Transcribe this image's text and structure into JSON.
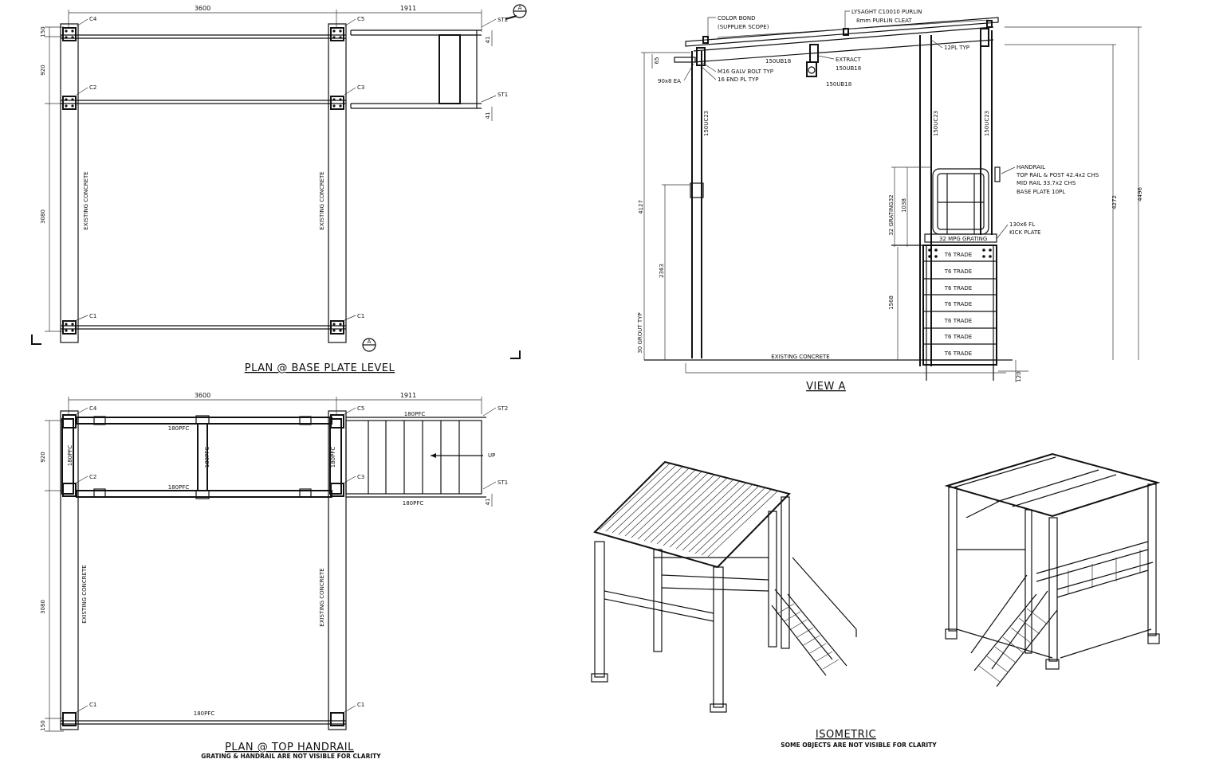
{
  "plan_base": {
    "title": "PLAN @ BASE PLATE LEVEL",
    "dim_width_main": "3600",
    "dim_width_stair": "1911",
    "dim_y_top": "150",
    "dim_y_mid": "920",
    "dim_y_long": "3080",
    "dim_stair_top": "41",
    "dim_stair_bot": "41",
    "col_c4": "C4",
    "col_c5": "C5",
    "col_c2": "C2",
    "col_c3": "C3",
    "col_c1_left": "C1",
    "col_c1_right": "C1",
    "stair_st2": "ST2",
    "stair_st1": "ST1",
    "concrete_left": "EXISTING CONCRETE",
    "concrete_right": "EXISTING CONCRETE",
    "section_marker": "A"
  },
  "plan_top": {
    "title": "PLAN @ TOP HANDRAIL",
    "subtitle": "GRATING & HANDRAIL ARE NOT VISIBLE FOR CLARITY",
    "dim_width_main": "3600",
    "dim_width_stair": "1911",
    "dim_y_mid": "920",
    "dim_y_long": "3080",
    "dim_y_bot": "150",
    "dim_stair_bot": "41",
    "col_c4": "C4",
    "col_c5": "C5",
    "col_c2": "C2",
    "col_c3": "C3",
    "col_c1_left": "C1",
    "col_c1_right": "C1",
    "stair_st2": "ST2",
    "stair_st1": "ST1",
    "pfc_top": "180PFC",
    "pfc_mid": "180PFC",
    "pfc_stair_top": "180PFC",
    "pfc_stair_bot": "180PFC",
    "pfc_vert_left": "180PFC",
    "pfc_vert_mid": "180PFC",
    "pfc_vert_right": "180PFC",
    "pfc_bottom": "180PFC",
    "up_label": "UP",
    "concrete_left": "EXISTING CONCRETE",
    "concrete_right": "EXISTING CONCRETE"
  },
  "view_a": {
    "title": "VIEW A",
    "color_bond": "COLOR BOND",
    "supplier_scope": "(SUPPLIER SCOPE)",
    "purlin": "LYSAGHT C10010 PURLIN",
    "purlin_cleat": "8mm PURLIN CLEAT",
    "plate_12": "12PL TYP",
    "extract": "EXTRACT",
    "extract_beam": "150UB18",
    "beam_top": "150UB18",
    "beam_hang": "150UB18",
    "bolt": "M16 GALV BOLT TYP",
    "end_pl": "16 END PL TYP",
    "angle": "90x8 EA",
    "dim_65": "65",
    "col_left": "150UC23",
    "col_mid": "150UC23",
    "col_right": "150UC23",
    "handrail": "HANDRAIL",
    "handrail_top": "TOP RAIL & POST 42.4x2 CHS",
    "handrail_mid": "MID RAIL 33.7x2 CHS",
    "handrail_base": "BASE PLATE 10PL",
    "kick_1": "130x6 FL",
    "kick_2": "KICK PLATE",
    "grating": "32 MPG GRATING",
    "grating_side": "32 GRATING32",
    "dim_1038": "1038",
    "dim_4127": "4127",
    "dim_2363": "2363",
    "dim_grout": "30 GROUT TYP",
    "dim_1568": "1568",
    "dim_4272": "4272",
    "dim_4496": "4496",
    "dim_120": "120",
    "tread": "T6 TRADE",
    "existing_concrete": "EXISTING CONCRETE"
  },
  "isometric": {
    "title": "ISOMETRIC",
    "subtitle": "SOME OBJECTS ARE NOT VISIBLE FOR CLARITY"
  }
}
